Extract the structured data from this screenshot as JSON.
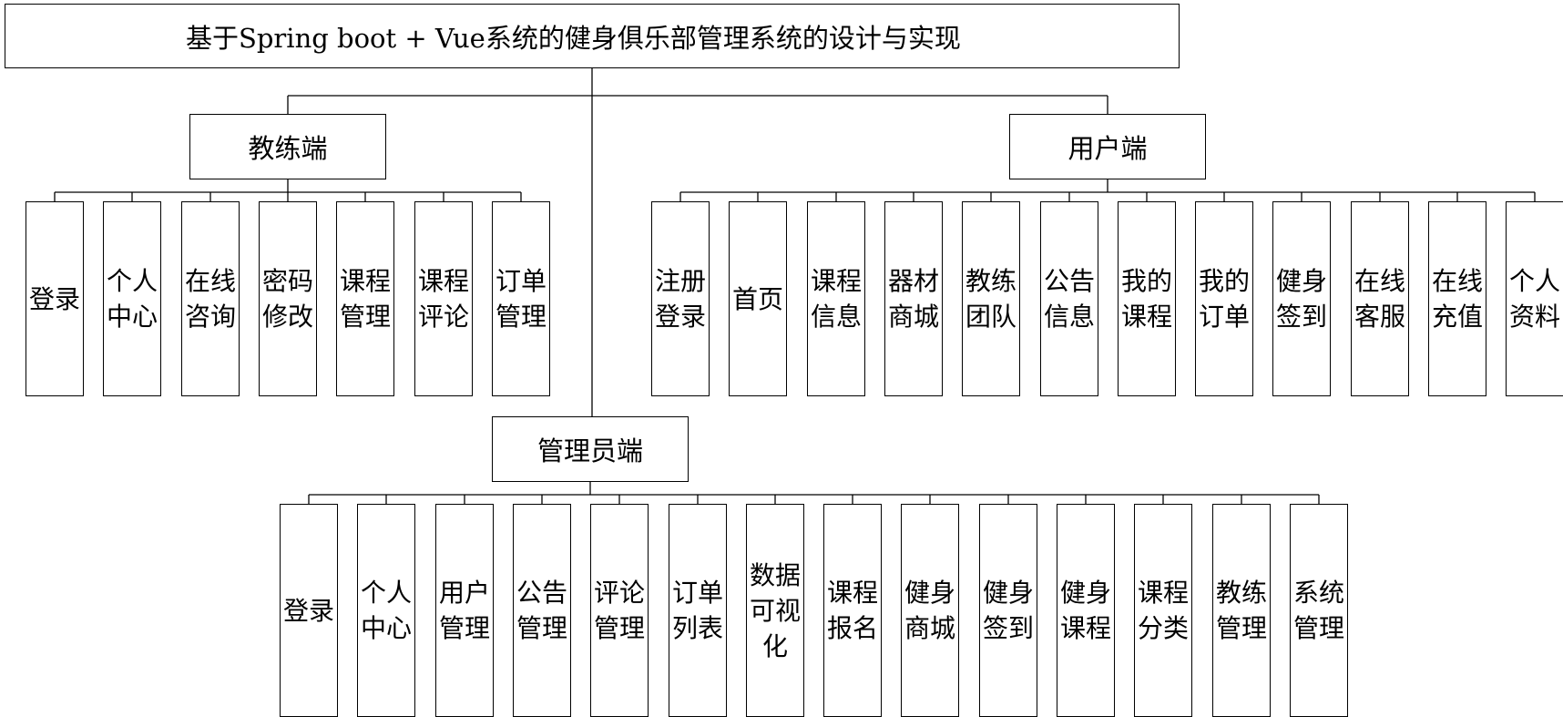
{
  "title": "基于Spring boot + Vue系统的健身俱乐部管理系统的设计与实现",
  "groups": [
    {
      "id": "coach",
      "label": "教练端",
      "items": [
        "登录",
        "个人中心",
        "在线咨询",
        "密码修改",
        "课程管理",
        "课程评论",
        "订单管理"
      ]
    },
    {
      "id": "user",
      "label": "用户端",
      "items": [
        "注册登录",
        "首页",
        "课程信息",
        "器材商城",
        "教练团队",
        "公告信息",
        "我的课程",
        "我的订单",
        "健身签到",
        "在线客服",
        "在线充值",
        "个人资料"
      ]
    },
    {
      "id": "admin",
      "label": "管理员端",
      "items": [
        "登录",
        "个人中心",
        "用户管理",
        "公告管理",
        "评论管理",
        "订单列表",
        "数据可视化",
        "课程报名",
        "健身商城",
        "健身签到",
        "健身课程",
        "课程分类",
        "教练管理",
        "系统管理"
      ]
    }
  ]
}
